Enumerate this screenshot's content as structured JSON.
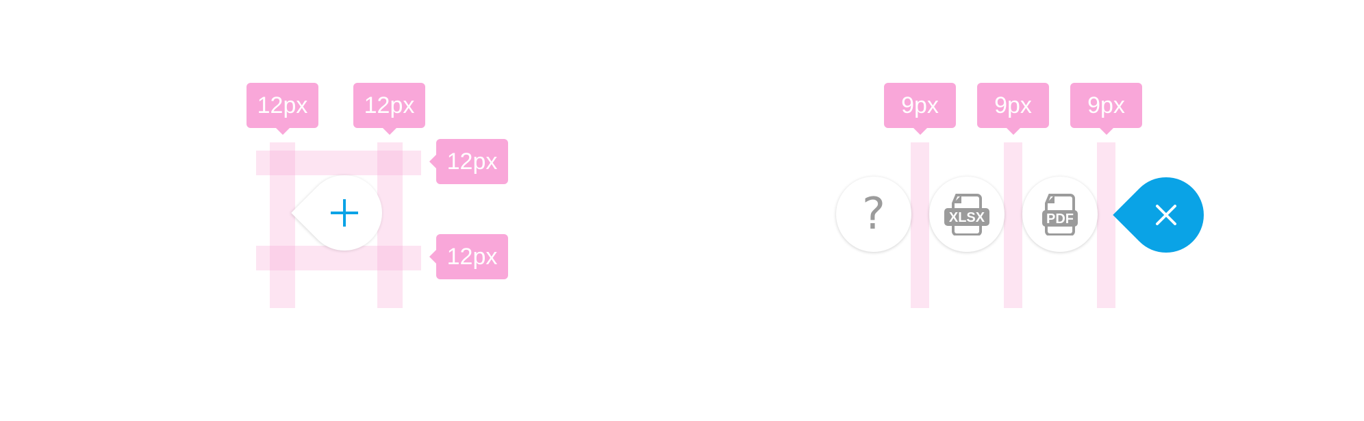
{
  "spacing_labels": {
    "left": {
      "top_first": "12px",
      "top_second": "12px",
      "side_upper": "12px",
      "side_lower": "12px"
    },
    "right": {
      "gap_1": "9px",
      "gap_2": "9px",
      "gap_3": "9px"
    }
  },
  "icons": {
    "add": "plus-icon",
    "help": "question-icon",
    "xlsx": "xlsx-file-icon",
    "pdf": "pdf-file-icon",
    "close": "close-icon"
  },
  "file_labels": {
    "xlsx": "XLSX",
    "pdf": "PDF"
  },
  "help_glyph": "?",
  "colors": {
    "guide_pink": "#f9a7d9",
    "accent_blue": "#0aa3e6",
    "icon_gray": "#9b9b9b",
    "background": "#ffffff"
  }
}
